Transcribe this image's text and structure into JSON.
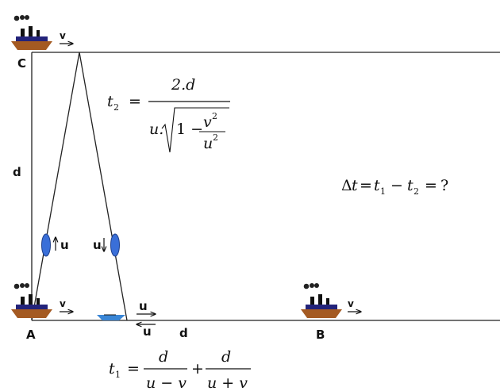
{
  "labels": {
    "point_c": "C",
    "point_a": "A",
    "point_b": "B",
    "distance_vertical": "d",
    "distance_horizontal": "d",
    "ship_velocity": "v",
    "swimmer_speed": "u"
  },
  "formulas": {
    "t2": {
      "lhs": "t",
      "lhs_sub": "2",
      "eq": "=",
      "numerator": "2.d",
      "den_u": "u.",
      "root_one": "1 −",
      "inner_num": "v",
      "inner_den": "u",
      "exp": "2"
    },
    "t1": {
      "lhs": "t",
      "lhs_sub": "1",
      "eq": "=",
      "n1": "d",
      "d1": "u − v",
      "plus": "+",
      "n2": "d",
      "d2": "u + v"
    },
    "delta": {
      "delta": "Δ",
      "t": "t",
      "eq": "=",
      "t1": "t",
      "s1": "1",
      "minus": "−",
      "t2": "t",
      "s2": "2",
      "eq2": "=",
      "q": "?"
    }
  },
  "colors": {
    "hull": "#a45a22",
    "deck": "#23237a",
    "swimmer": "#3a6fd8",
    "boat": "#3a86d6",
    "line": "#222222"
  }
}
